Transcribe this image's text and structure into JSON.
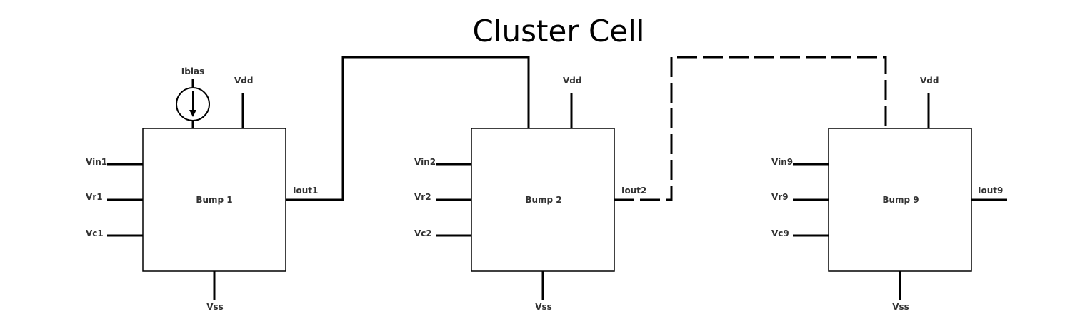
{
  "title": "Cluster Cell",
  "bias_source": {
    "label": "Ibias"
  },
  "bumps": [
    {
      "name": "Bump 1",
      "vin": "Vin1",
      "vr": "Vr1",
      "vc": "Vc1",
      "iout": "Iout1",
      "vdd": "Vdd",
      "vss": "Vss"
    },
    {
      "name": "Bump 2",
      "vin": "Vin2",
      "vr": "Vr2",
      "vc": "Vc2",
      "iout": "Iout2",
      "vdd": "Vdd",
      "vss": "Vss"
    },
    {
      "name": "Bump 9",
      "vin": "Vin9",
      "vr": "Vr9",
      "vc": "Vc9",
      "iout": "Iout9",
      "vdd": "Vdd",
      "vss": "Vss"
    }
  ],
  "connections": [
    {
      "from": "Iout1",
      "to": "Bump 2",
      "style": "solid"
    },
    {
      "from": "Iout2",
      "to": "Bump 9",
      "style": "dashed"
    }
  ],
  "colors": {
    "line": "#000000",
    "text": "#333333",
    "background": "#ffffff"
  }
}
